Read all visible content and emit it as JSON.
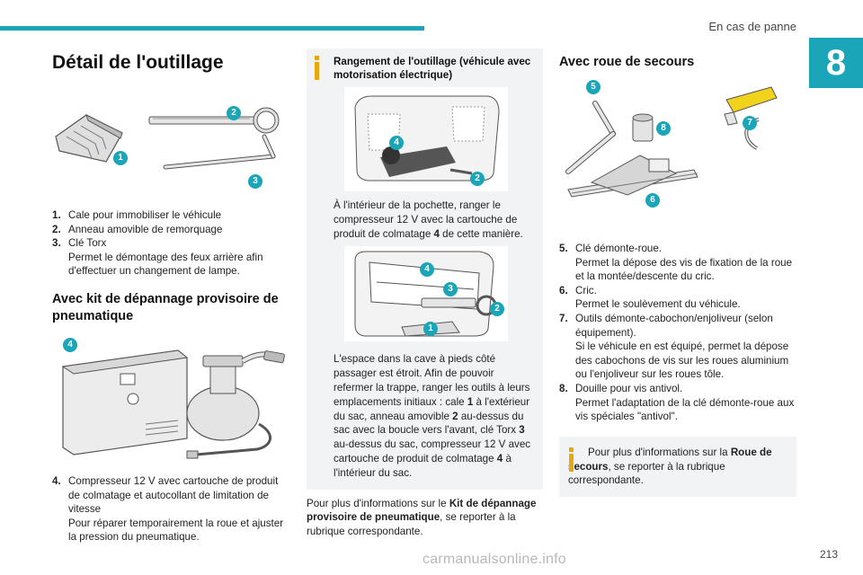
{
  "header": {
    "section": "En cas de panne",
    "chapter": "8"
  },
  "col1": {
    "title": "Détail de l'outillage",
    "items1": [
      {
        "num": "1.",
        "lines": [
          "Cale pour immobiliser le véhicule"
        ]
      },
      {
        "num": "2.",
        "lines": [
          "Anneau amovible de remorquage"
        ]
      },
      {
        "num": "3.",
        "lines": [
          "Clé Torx",
          "Permet le démontage des feux arrière afin d'effectuer un changement de lampe."
        ]
      }
    ],
    "subtitle": "Avec kit de dépannage provisoire de pneumatique",
    "items2": [
      {
        "num": "4.",
        "lines": [
          "Compresseur 12 V avec cartouche de produit de colmatage et autocollant de limitation de vitesse",
          "Pour réparer temporairement la roue et ajuster la pression du pneumatique."
        ]
      }
    ],
    "callouts_fig1": [
      "1",
      "2",
      "3"
    ],
    "callouts_fig2": [
      "4"
    ]
  },
  "col2": {
    "info_title": "Rangement de l'outillage (véhicule avec motorisation électrique)",
    "para1": "À l'intérieur de la pochette, ranger le compresseur 12 V avec la cartouche de produit de colmatage ",
    "para1_bold": "4",
    "para1_end": " de cette manière.",
    "para2_parts": [
      {
        "t": "L'espace dans la cave à pieds côté passager est étroit. Afin de pouvoir refermer la trappe, ranger les outils à leurs emplacements initiaux : cale ",
        "b": false
      },
      {
        "t": "1",
        "b": true
      },
      {
        "t": " à l'extérieur du sac, anneau amovible ",
        "b": false
      },
      {
        "t": "2",
        "b": true
      },
      {
        "t": " au-dessus du sac avec la boucle vers l'avant, clé Torx ",
        "b": false
      },
      {
        "t": "3",
        "b": true
      },
      {
        "t": " au-dessus du sac, compresseur 12 V avec cartouche de produit de colmatage ",
        "b": false
      },
      {
        "t": "4",
        "b": true
      },
      {
        "t": " à l'intérieur du sac.",
        "b": false
      }
    ],
    "para3_a": "Pour plus d'informations sur le ",
    "para3_b": "Kit de dépannage provisoire de pneumatique",
    "para3_c": ", se reporter à la rubrique correspondante.",
    "callouts_figA": [
      "4",
      "2"
    ],
    "callouts_figB": [
      "4",
      "3",
      "2",
      "1"
    ]
  },
  "col3": {
    "title": "Avec roue de secours",
    "items": [
      {
        "num": "5.",
        "lines": [
          "Clé démonte-roue.",
          "Permet la dépose des vis de fixation de la roue et la montée/descente du cric."
        ]
      },
      {
        "num": "6.",
        "lines": [
          "Cric.",
          "Permet le soulèvement du véhicule."
        ]
      },
      {
        "num": "7.",
        "lines": [
          "Outils démonte-cabochon/enjoliveur (selon équipement).",
          "Si le véhicule en est équipé, permet la dépose des cabochons de vis sur les roues aluminium ou l'enjoliveur sur les roues tôle."
        ]
      },
      {
        "num": "8.",
        "lines": [
          "Douille pour vis antivol.",
          "Permet l'adaptation de la clé démonte-roue aux vis spéciales \"antivol\"."
        ]
      }
    ],
    "info_a": "Pour plus d'informations sur la ",
    "info_b": "Roue de secours",
    "info_c": ", se reporter à la rubrique correspondante.",
    "callouts_fig": [
      "5",
      "8",
      "7",
      "6"
    ]
  },
  "footer": {
    "page": "213",
    "watermark": "carmanualsonline.info"
  }
}
